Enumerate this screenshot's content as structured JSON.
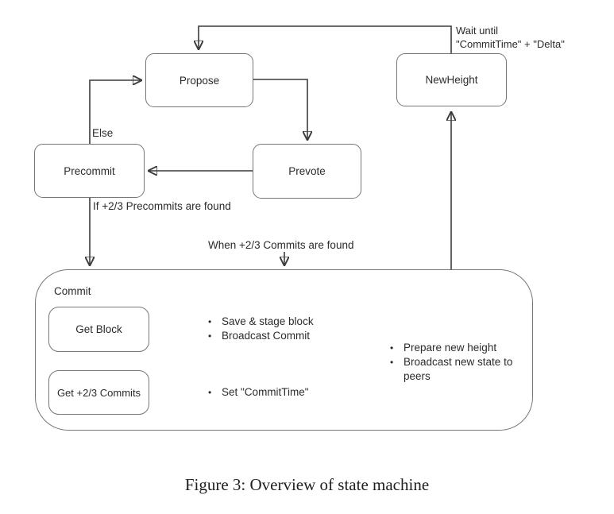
{
  "figure": {
    "caption": "Figure 3: Overview of state machine"
  },
  "nodes": {
    "propose": {
      "label": "Propose"
    },
    "newheight": {
      "label": "NewHeight"
    },
    "precommit": {
      "label": "Precommit"
    },
    "prevote": {
      "label": "Prevote"
    },
    "commit": {
      "label": "Commit"
    },
    "get_block": {
      "label": "Get Block"
    },
    "get_commits": {
      "label": "Get +2/3 Commits"
    }
  },
  "edge_labels": {
    "else": "Else",
    "precommits_found": "If +2/3 Precommits are found",
    "commits_found": "When +2/3 Commits are found",
    "wait_line1": "Wait until",
    "wait_line2": "\"CommitTime\" + \"Delta\""
  },
  "bullets": {
    "bullet_char": "•",
    "get_block_actions": [
      "Save & stage block",
      "Broadcast Commit"
    ],
    "get_commits_actions": [
      "Set \"CommitTime\""
    ],
    "newheight_actions": [
      "Prepare new height",
      "Broadcast new state to peers"
    ]
  },
  "colors": {
    "background": "#ffffff",
    "box_border": "#767676",
    "line": "#3c3c3c",
    "text": "#2b2b2b"
  }
}
